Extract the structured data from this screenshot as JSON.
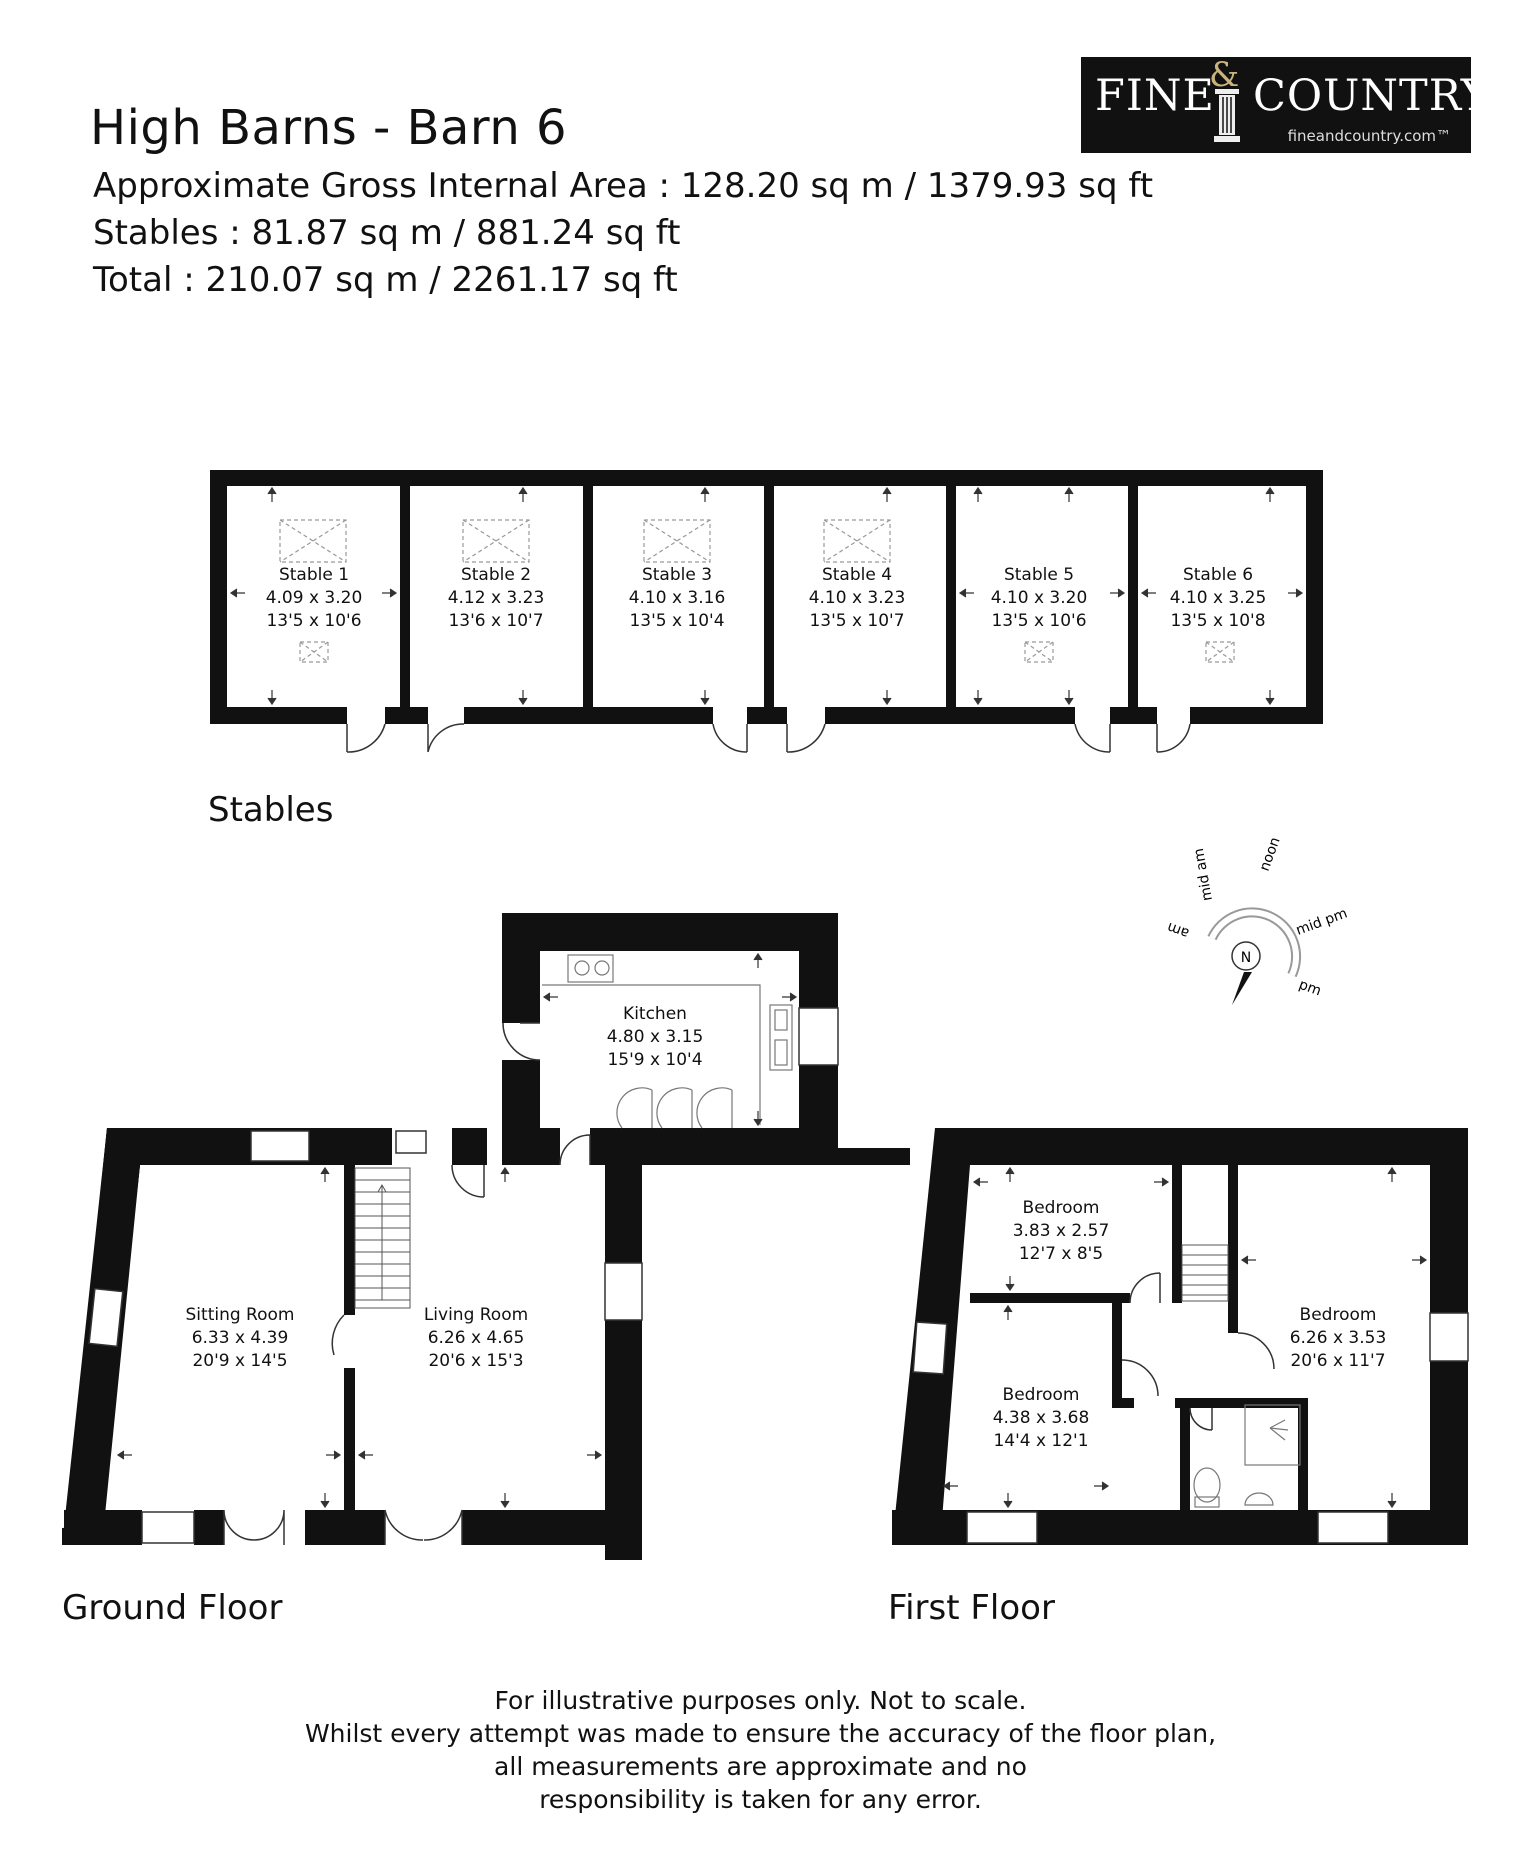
{
  "header": {
    "title": "High Barns - Barn 6",
    "gross_internal_area": "Approximate Gross Internal Area : 128.20 sq m / 1379.93 sq ft",
    "stables_area": "Stables : 81.87 sq m / 881.24 sq ft",
    "total_area": "Total : 210.07 sq m / 2261.17 sq ft"
  },
  "logo": {
    "brand_left": "FINE",
    "ampersand": "&",
    "brand_right": "COUNTRY",
    "url": "fineandcountry.com™"
  },
  "sections": {
    "stables": "Stables",
    "ground_floor": "Ground Floor",
    "first_floor": "First Floor"
  },
  "stables": [
    {
      "name": "Stable 1",
      "metric": "4.09 x 3.20",
      "imperial": "13'5 x 10'6"
    },
    {
      "name": "Stable 2",
      "metric": "4.12 x 3.23",
      "imperial": "13'6 x 10'7"
    },
    {
      "name": "Stable 3",
      "metric": "4.10 x 3.16",
      "imperial": "13'5 x 10'4"
    },
    {
      "name": "Stable 4",
      "metric": "4.10 x 3.23",
      "imperial": "13'5 x 10'7"
    },
    {
      "name": "Stable 5",
      "metric": "4.10 x 3.20",
      "imperial": "13'5 x 10'6"
    },
    {
      "name": "Stable 6",
      "metric": "4.10 x 3.25",
      "imperial": "13'5 x 10'8"
    }
  ],
  "ground_floor_rooms": {
    "kitchen": {
      "name": "Kitchen",
      "metric": "4.80 x 3.15",
      "imperial": "15'9 x 10'4"
    },
    "sitting_room": {
      "name": "Sitting Room",
      "metric": "6.33 x 4.39",
      "imperial": "20'9 x 14'5"
    },
    "living_room": {
      "name": "Living Room",
      "metric": "6.26 x 4.65",
      "imperial": "20'6 x 15'3"
    }
  },
  "first_floor_rooms": {
    "bedroom_small": {
      "name": "Bedroom",
      "metric": "3.83 x 2.57",
      "imperial": "12'7 x 8'5"
    },
    "bedroom_left": {
      "name": "Bedroom",
      "metric": "4.38 x 3.68",
      "imperial": "14'4 x 12'1"
    },
    "bedroom_right": {
      "name": "Bedroom",
      "metric": "6.26 x 3.53",
      "imperial": "20'6 x 11'7"
    }
  },
  "compass": {
    "north": "N",
    "am": "am",
    "mid_am": "mid am",
    "noon": "noon",
    "mid_pm": "mid pm",
    "pm": "pm"
  },
  "disclaimer": [
    "For illustrative purposes only. Not to scale.",
    "Whilst every attempt was made to ensure the accuracy of the floor plan,",
    "all measurements are approximate and no",
    "responsibility is taken for any error."
  ],
  "colors": {
    "wall": "#111111",
    "logo_background": "#111111",
    "logo_accent": "#c9b47c",
    "fixture_stroke": "#777777"
  }
}
